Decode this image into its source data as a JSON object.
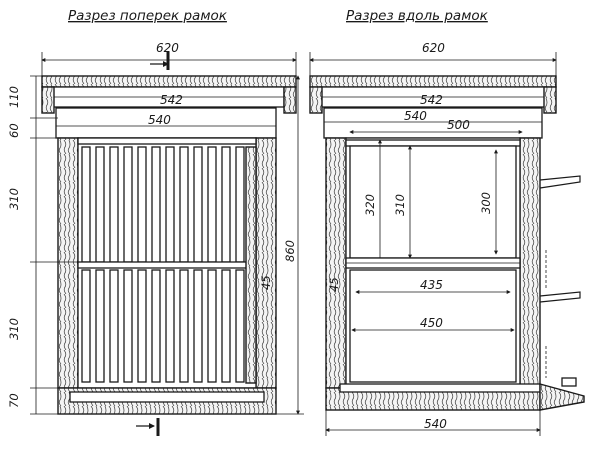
{
  "titles": {
    "left": "Разрез поперек рамок",
    "right": "Разрез вдоль рамок"
  },
  "left_view": {
    "overall_width": "620",
    "roof_width": "542",
    "inner_width": "540",
    "overall_height": "860",
    "left_dims": [
      "110",
      "60",
      "310",
      "310",
      "70"
    ],
    "side_wall": "45",
    "section_mark": "I"
  },
  "right_view": {
    "overall_width": "620",
    "roof_width": "542",
    "inner_width": "540",
    "frame_width": "500",
    "frame_height_outer": "320",
    "frame_height_mid": "310",
    "frame_height_inner": "300",
    "mid_width": "435",
    "lower_width": "450",
    "side_wall": "45",
    "bottom_width": "540"
  }
}
